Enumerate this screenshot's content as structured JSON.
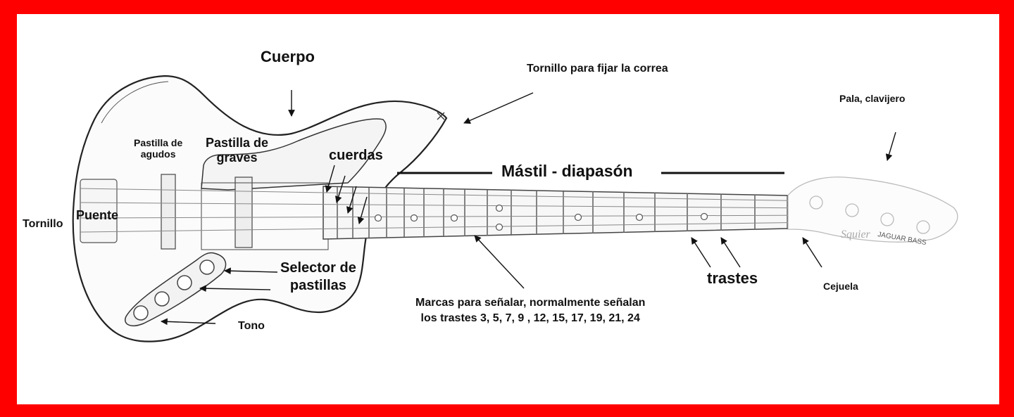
{
  "frame": {
    "border_color": "#ff0000",
    "background": "#ffffff"
  },
  "labels": {
    "cuerpo": "Cuerpo",
    "tornillo_correa": "Tornillo para fijar la correa",
    "pala": "Pala, clavijero",
    "pastilla_agudos_1": "Pastilla de",
    "pastilla_agudos_2": "agudos",
    "pastilla_graves_1": "Pastilla de",
    "pastilla_graves_2": "graves",
    "cuerdas": "cuerdas",
    "mastil": "Mástil - diapasón",
    "tornillo": "Tornillo",
    "puente": "Puente",
    "selector_1": "Selector de",
    "selector_2": "pastillas",
    "tono": "Tono",
    "marcas_1": "Marcas para señalar, normalmente señalan",
    "marcas_2": "los trastes 3, 5, 7, 9 , 12, 15, 17, 19, 21, 24",
    "trastes": "trastes",
    "cejuela": "Cejuela"
  },
  "headstock_brand": {
    "logo": "Squier",
    "model": "JAGUAR BASS"
  },
  "fret_markers": [
    3,
    5,
    7,
    9,
    12,
    15,
    17,
    19,
    21,
    24
  ]
}
